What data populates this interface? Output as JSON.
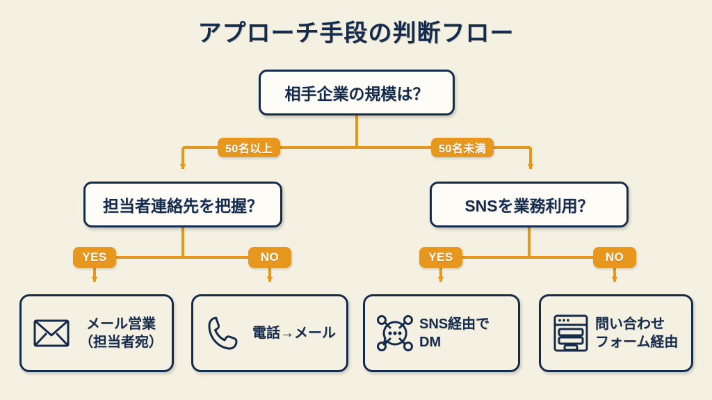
{
  "diagram": {
    "title": "アプローチ手段の判断フロー",
    "colors": {
      "background": "#f4f1e2",
      "node_text": "#152b4c",
      "node_border": "#152b4c",
      "node_fill": "#fdfcf6",
      "accent_orange": "#e8971e",
      "pill_text": "#ffffff"
    },
    "root": {
      "label": "相手企業の規模は？"
    },
    "branch_labels": {
      "left": "50名以上",
      "right": "50名未満"
    },
    "decisions": [
      {
        "id": "left",
        "label": "担当者連絡先を把握？",
        "yes": "YES",
        "no": "NO"
      },
      {
        "id": "right",
        "label": "SNSを業務利用？",
        "yes": "YES",
        "no": "NO"
      }
    ],
    "outcomes": [
      {
        "icon": "envelope-icon",
        "line1": "メール営業",
        "line2": "（担当者宛）",
        "align": "center"
      },
      {
        "icon": "phone-icon",
        "line1": "電話→メール",
        "line2": "",
        "align": "center"
      },
      {
        "icon": "sns-network-icon",
        "line1": "SNS経由で",
        "line2": "DM",
        "align": "left"
      },
      {
        "icon": "contact-form-icon",
        "line1": "問い合わせ",
        "line2": "フォーム経由",
        "align": "left"
      }
    ]
  }
}
